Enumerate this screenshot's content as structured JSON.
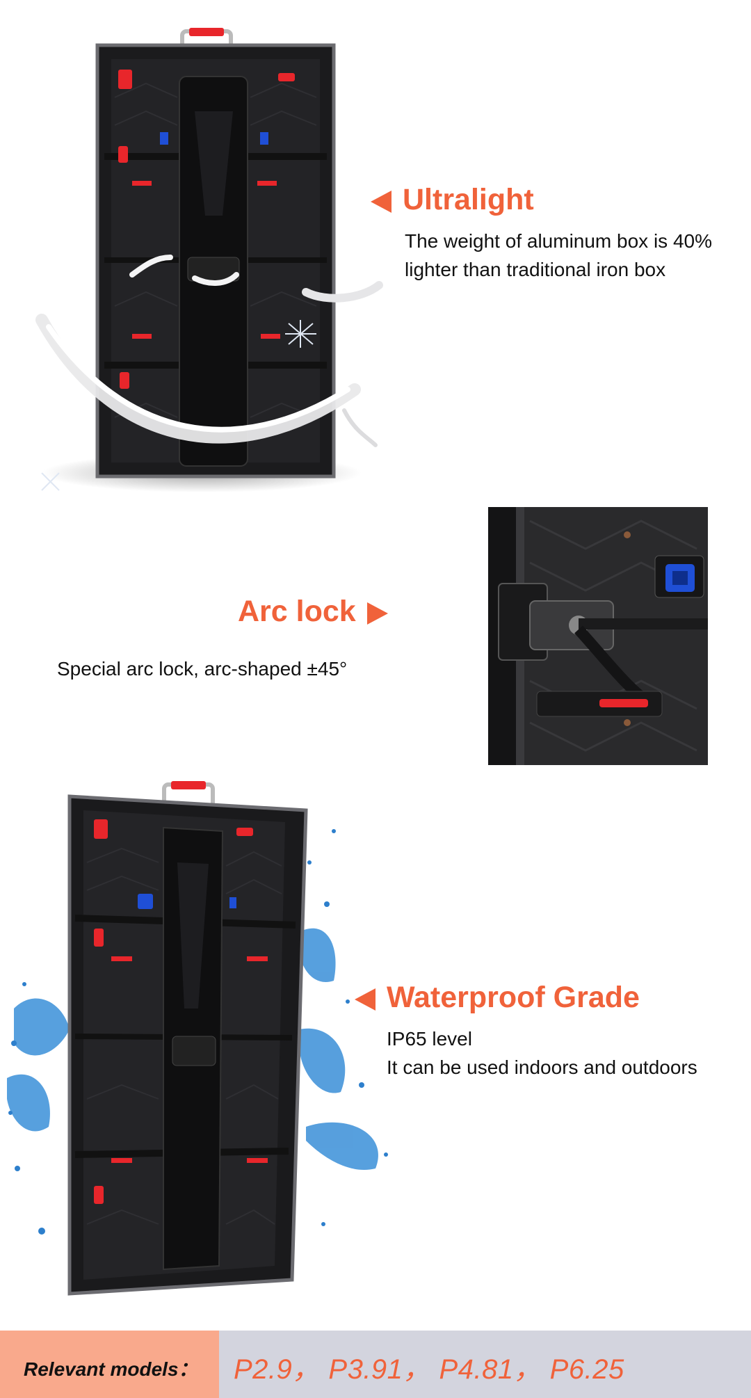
{
  "sections": {
    "ultralight": {
      "title": "Ultralight",
      "desc_line1": "The weight of aluminum box is 40%",
      "desc_line2": "lighter than traditional iron box"
    },
    "arc_lock": {
      "title": "Arc lock",
      "desc": "Special arc lock, arc-shaped ±45°"
    },
    "waterproof": {
      "title": "Waterproof Grade",
      "desc_line1": "IP65 level",
      "desc_line2": "It can be used indoors and outdoors"
    }
  },
  "footer": {
    "label": "Relevant models：",
    "models": "P2.9，  P3.91，  P4.81，  P6.25"
  },
  "colors": {
    "accent": "#f0623a",
    "footer_left_bg": "#f9a98c",
    "footer_right_bg": "#d3d4de",
    "handle_red": "#e8262b",
    "latch_blue": "#1f4fd6"
  }
}
